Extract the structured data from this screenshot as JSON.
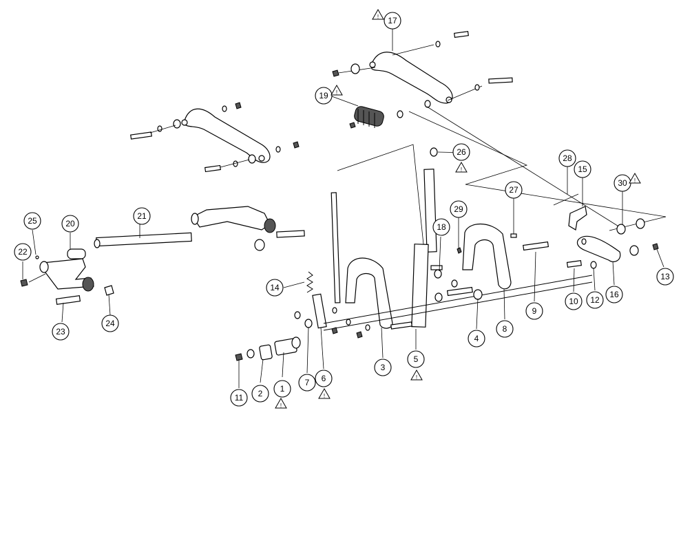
{
  "callouts": [
    {
      "label": "1"
    },
    {
      "label": "2"
    },
    {
      "label": "3"
    },
    {
      "label": "4"
    },
    {
      "label": "5"
    },
    {
      "label": "6"
    },
    {
      "label": "7"
    },
    {
      "label": "8"
    },
    {
      "label": "9"
    },
    {
      "label": "10"
    },
    {
      "label": "11"
    },
    {
      "label": "12"
    },
    {
      "label": "13"
    },
    {
      "label": "14"
    },
    {
      "label": "15"
    },
    {
      "label": "16"
    },
    {
      "label": "17"
    },
    {
      "label": "18"
    },
    {
      "label": "19"
    },
    {
      "label": "20"
    },
    {
      "label": "21"
    },
    {
      "label": "22"
    },
    {
      "label": "23"
    },
    {
      "label": "24"
    },
    {
      "label": "25"
    },
    {
      "label": "26"
    },
    {
      "label": "27"
    },
    {
      "label": "28"
    },
    {
      "label": "29"
    },
    {
      "label": "30"
    }
  ],
  "warning_symbol": "!"
}
